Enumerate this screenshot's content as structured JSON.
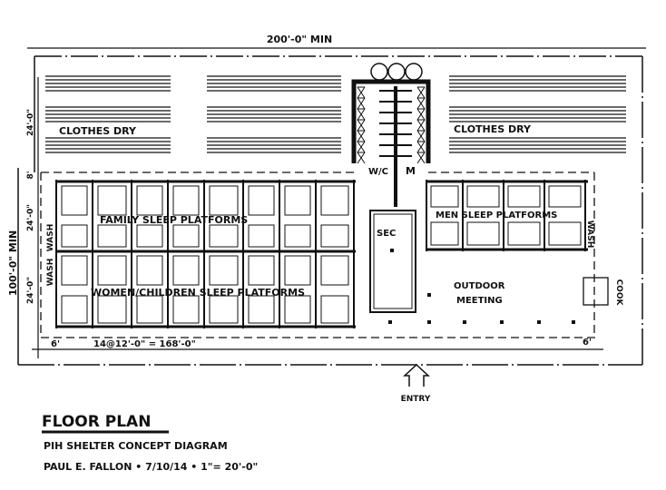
{
  "colors": {
    "ink": "#111111",
    "paper": "#ffffff"
  },
  "dimensions": {
    "overall_width": "200'-0\" MIN",
    "overall_depth": "100'-0\" MIN",
    "left_dim_top": "8'",
    "left_dim_drying": "24'-0\"",
    "left_dim_family": "24'-0\"",
    "left_dim_women": "24'-0\"",
    "bays": "14@12'-0\" = 168'-0\"",
    "setback_left": "6'",
    "setback_right": "6'"
  },
  "labels": {
    "clothes_dry_left": "CLOTHES DRY",
    "clothes_dry_right": "CLOTHES DRY",
    "wc": "W/C",
    "m": "M",
    "family": "FAMILY SLEEP PLATFORMS",
    "women": "WOMEN/CHILDREN SLEEP PLATFORMS",
    "men": "MEN SLEEP PLATFORMS",
    "wash_left_1": "WASH",
    "wash_left_2": "WASH",
    "wash_right": "WASH",
    "sec": "SEC",
    "outdoor_1": "OUTDOOR",
    "outdoor_2": "MEETING",
    "cook": "COOK",
    "entry": "ENTRY"
  },
  "title_block": {
    "title": "FLOOR PLAN",
    "subtitle": "PIH SHELTER CONCEPT DIAGRAM",
    "author_line": "PAUL E. FALLON • 7/10/14 • 1\"= 20'-0\""
  }
}
